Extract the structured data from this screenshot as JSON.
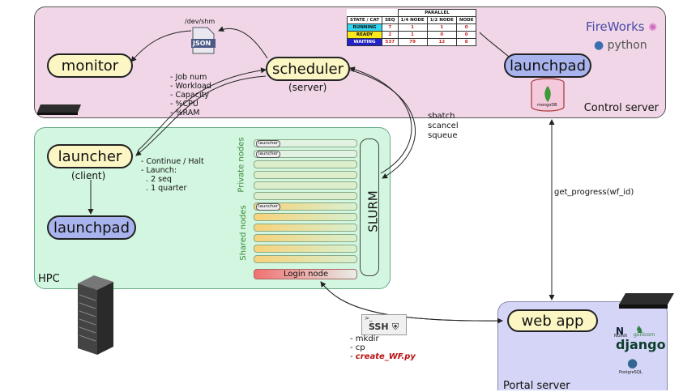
{
  "control_server": {
    "label": "Control server"
  },
  "hpc": {
    "label": "HPC"
  },
  "portal_server": {
    "label": "Portal server"
  },
  "monitor": {
    "label": "monitor"
  },
  "scheduler": {
    "label": "scheduler",
    "sub": "(server)"
  },
  "launchpad_top": {
    "label": "launchpad"
  },
  "launcher": {
    "label": "launcher",
    "sub": "(client)"
  },
  "launchpad_hpc": {
    "label": "launchpad"
  },
  "web_app": {
    "label": "web app"
  },
  "json_file": {
    "path": "/dev/shm",
    "label": "JSON"
  },
  "status_table": {
    "header_parallel": "PARALLEL",
    "columns": [
      "STATE / CAT",
      "SEQ",
      "1/4 NODE",
      "1/2 NODE",
      "NODE"
    ],
    "rows": [
      {
        "state": "RUNNING",
        "color": "#32d6f0",
        "values": [
          "7",
          "1",
          "1",
          "0"
        ]
      },
      {
        "state": "READY",
        "color": "#f8e81c",
        "values": [
          "2",
          "1",
          "0",
          "0"
        ]
      },
      {
        "state": "WAITING",
        "color": "#2222c8",
        "values": [
          "537",
          "79",
          "12",
          "8"
        ]
      }
    ]
  },
  "brands": {
    "fireworks": "FireWorks",
    "python": "python",
    "mongodb": "mongoDB",
    "nginx": "NGINX",
    "gunicorn": "gunicorn",
    "django": "django",
    "postgresql": "PostgreSQL"
  },
  "metrics_note": [
    "- Job num",
    "- Workload",
    "- Capacity",
    "- %CPU",
    "- %RAM"
  ],
  "launch_note": [
    "- Continue / Halt",
    "- Launch:",
    "  . 2 seq",
    "  . 1 quarter"
  ],
  "slurm_cmds": [
    "sbatch",
    "scancel",
    "squeue"
  ],
  "slurm": {
    "label": "SLURM"
  },
  "private_nodes": {
    "label": "Private nodes"
  },
  "shared_nodes": {
    "label": "Shared nodes"
  },
  "login_node": {
    "label": "Login node"
  },
  "node_tag": "launcher",
  "get_progress": {
    "label": "get_progress(wf_id)"
  },
  "ssh": {
    "label": "SSH"
  },
  "ssh_cmds": [
    "- mkdir",
    "- cp",
    "- "
  ],
  "create_wf": "create_WF.py"
}
